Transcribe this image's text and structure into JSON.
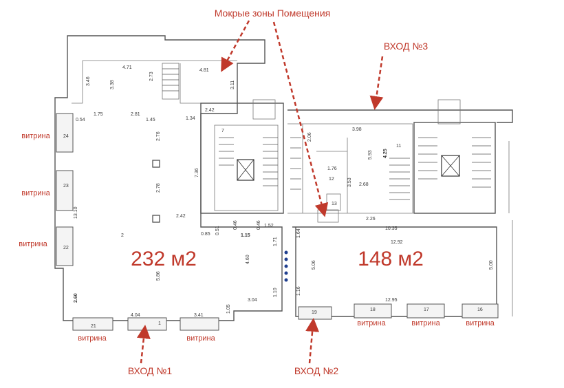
{
  "annotations": {
    "wet_zones": "Мокрые зоны Помещения",
    "entrance_1": "ВХОД №1",
    "entrance_2": "ВХОД №2",
    "entrance_3": "ВХОД №3"
  },
  "areas": {
    "left": "232 м2",
    "right": "148 м2"
  },
  "shopwindow_label": "витрина",
  "dimensions": {
    "d_4_71": "4.71",
    "d_4_81": "4.81",
    "d_3_46": "3.46",
    "d_3_38": "3.38",
    "d_2_73": "2.73",
    "d_3_11": "3.11",
    "d_2_42_top": "2.42",
    "d_1_75": "1.75",
    "d_2_81": "2.81",
    "d_1_45": "1.45",
    "d_1_34": "1.34",
    "d_0_54": "0.54",
    "d_2_76": "2.76",
    "d_7_36": "7.36",
    "d_2_78": "2.78",
    "d_2_42_mid": "2.42",
    "d_13_10": "13.10",
    "d_2_60": "2.60",
    "d_5_86": "5.86",
    "d_4_60": "4.60",
    "d_0_85": "0.85",
    "d_0_51": "0.51",
    "d_0_46a": "0.46",
    "d_1_15": "1.15",
    "d_0_46b": "0.46",
    "d_1_52": "1.52",
    "d_1_71": "1.71",
    "d_1_64": "1.64",
    "d_1_10": "1.10",
    "d_3_04": "3.04",
    "d_1_05": "1.05",
    "d_4_04": "4.04",
    "d_3_41": "3.41",
    "d_3_98": "3.98",
    "d_2_06": "2.06",
    "d_5_93": "5.93",
    "d_4_25": "4.25",
    "d_3_53": "3.53",
    "d_2_68": "2.68",
    "d_10_35": "10.35",
    "d_12_92": "12.92",
    "d_5_06": "5.06",
    "d_5_00": "5.00",
    "d_12_95": "12.95",
    "d_1_16": "1.16",
    "d_2_26": "2.26",
    "d_1_76": "1.76"
  },
  "room_numbers": {
    "r2": "2",
    "r7": "7",
    "r11": "11",
    "r12": "12",
    "r13": "13",
    "r18": "18",
    "r19": "19",
    "r17": "17",
    "r16": "16",
    "r21": "21",
    "r1": "1",
    "r22": "22",
    "r23": "23",
    "r24": "24"
  },
  "colors": {
    "accent_red": "#c0392b",
    "wall": "#555555",
    "door_dot": "#1f3f8f"
  }
}
